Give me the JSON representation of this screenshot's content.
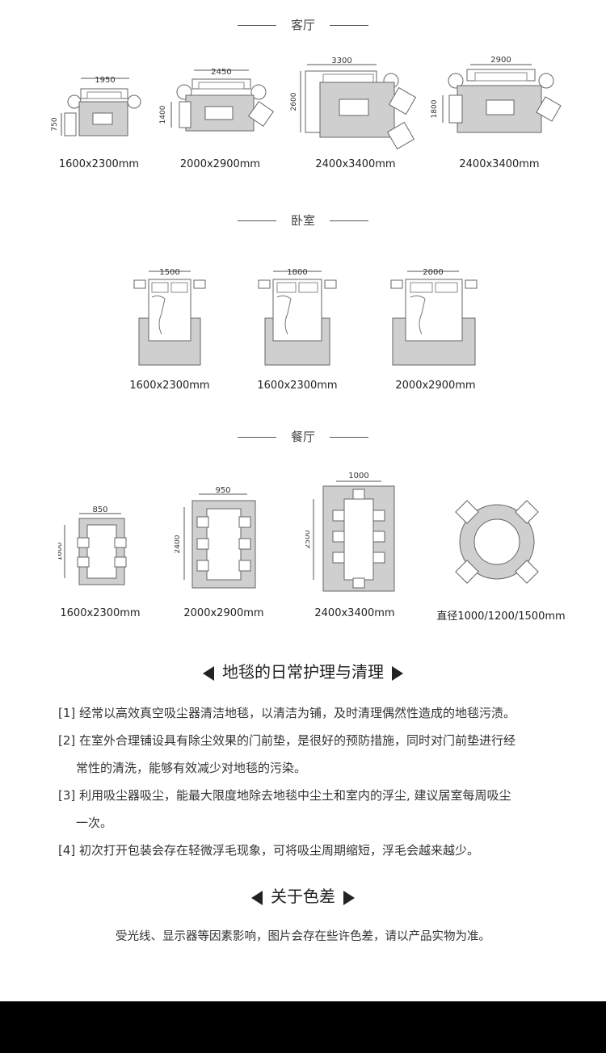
{
  "sections": {
    "living": "客厅",
    "bedroom": "卧室",
    "dining": "餐厅"
  },
  "living": {
    "d1": {
      "w": "1950",
      "h": "750",
      "size": "1600x2300mm"
    },
    "d2": {
      "w": "2450",
      "h": "1400",
      "size": "2000x2900mm"
    },
    "d3": {
      "w": "3300",
      "h": "2600",
      "size": "2400x3400mm"
    },
    "d4": {
      "w": "2900",
      "h": "1800",
      "size": "2400x3400mm"
    }
  },
  "bedroom": {
    "d1": {
      "w": "1500",
      "size": "1600x2300mm"
    },
    "d2": {
      "w": "1800",
      "size": "1600x2300mm"
    },
    "d3": {
      "w": "2000",
      "size": "2000x2900mm"
    }
  },
  "dining": {
    "d1": {
      "w": "850",
      "h": "1600",
      "size": "1600x2300mm"
    },
    "d2": {
      "w": "950",
      "h": "2400",
      "size": "2000x2900mm"
    },
    "d3": {
      "w": "1000",
      "h": "2500",
      "size": "2400x3400mm"
    },
    "d4": {
      "size": "直径1000/1200/1500mm"
    }
  },
  "care": {
    "heading": "地毯的日常护理与清理",
    "tip1": "[1] 经常以高效真空吸尘器清洁地毯，以清洁为铺，及时清理偶然性造成的地毯污渍。",
    "tip2a": "[2] 在室外合理铺设具有除尘效果的门前垫，是很好的预防措施，同时对门前垫进行经",
    "tip2b": "常性的清洗，能够有效减少对地毯的污染。",
    "tip3a": "[3] 利用吸尘器吸尘，能最大限度地除去地毯中尘土和室内的浮尘, 建议居室每周吸尘",
    "tip3b": "一次。",
    "tip4": "[4] 初次打开包装会存在轻微浮毛现象，可将吸尘周期缩短，浮毛会越来越少。"
  },
  "color": {
    "heading": "关于色差",
    "note": "受光线、显示器等因素影响，图片会存在些许色差，请以产品实物为准。"
  },
  "colors": {
    "rug": "#cfcfcf",
    "outline": "#666666",
    "text": "#333333",
    "footer": "#000000"
  }
}
